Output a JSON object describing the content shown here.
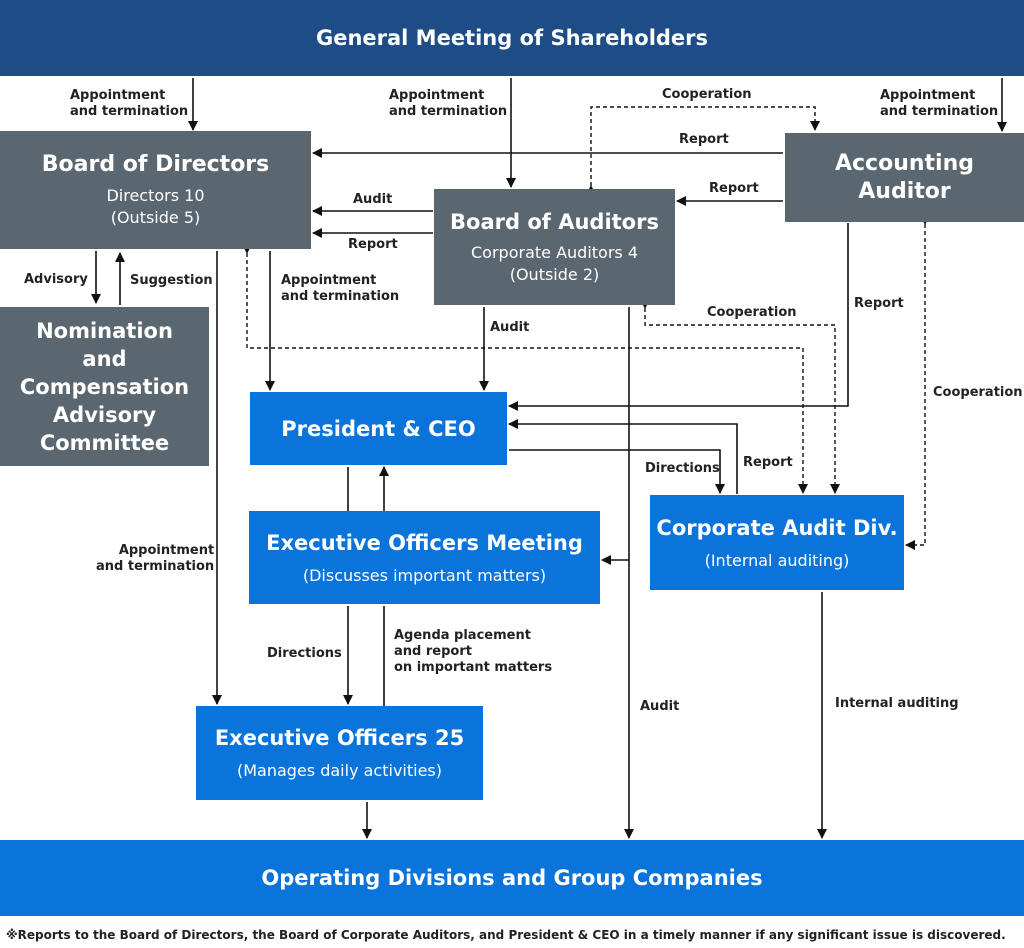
{
  "boxes": {
    "shareholders": {
      "title": "General Meeting of Shareholders"
    },
    "board_directors": {
      "title": "Board of Directors",
      "sub1": "Directors 10",
      "sub2": "(Outside 5)"
    },
    "board_auditors": {
      "title": "Board of Auditors",
      "sub1": "Corporate Auditors 4",
      "sub2": "(Outside 2)"
    },
    "accounting_auditor": {
      "title1": "Accounting",
      "title2": "Auditor"
    },
    "nomination": {
      "l1": "Nomination",
      "l2": "and",
      "l3": "Compensation",
      "l4": "Advisory",
      "l5": "Committee"
    },
    "president": {
      "title": "President & CEO"
    },
    "exec_meeting": {
      "title": "Executive Officers Meeting",
      "sub": "(Discusses important matters)"
    },
    "corp_audit": {
      "title": "Corporate Audit Div.",
      "sub": "(Internal auditing)"
    },
    "exec_officers": {
      "title": "Executive Officers 25",
      "sub": "(Manages daily activities)"
    },
    "operating": {
      "title": "Operating Divisions and Group Companies"
    }
  },
  "labels": {
    "appt_left_1": "Appointment",
    "appt_left_2": "and termination",
    "appt_mid_1": "Appointment",
    "appt_mid_2": "and termination",
    "appt_right_1": "Appointment",
    "appt_right_2": "and termination",
    "coop_top": "Cooperation",
    "report_acct_bod": "Report",
    "report_acct_boa": "Report",
    "audit_boa_bod": "Audit",
    "report_boa_bod": "Report",
    "advisory": "Advisory",
    "suggestion": "Suggestion",
    "appt_ceo_1": "Appointment",
    "appt_ceo_2": "and termination",
    "audit_ceo": "Audit",
    "coop_mid": "Cooperation",
    "report_acct_ceo": "Report",
    "coop_right": "Cooperation",
    "directions_cad": "Directions",
    "report_cad": "Report",
    "appt_exec_1": "Appointment",
    "appt_exec_2": "and termination",
    "directions_exec": "Directions",
    "agenda_1": "Agenda placement",
    "agenda_2": "and report",
    "agenda_3": "on important matters",
    "audit_ops": "Audit",
    "internal_auditing": "Internal auditing"
  },
  "footnote": "※Reports to the Board of Directors, the Board of Corporate Auditors, and President & CEO in a timely manner if any significant issue is discovered."
}
